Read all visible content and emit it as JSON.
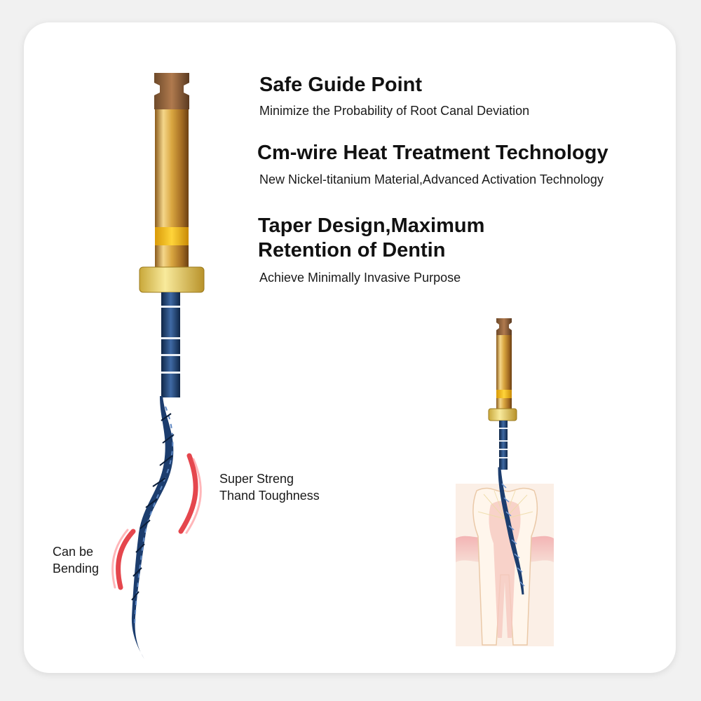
{
  "features": [
    {
      "title": "Safe Guide Point",
      "subtitle": "Minimize the Probability of Root Canal Deviation"
    },
    {
      "title": "Cm-wire Heat Treatment Technology",
      "subtitle": "New Nickel-titanium Material,Advanced Activation Technology"
    },
    {
      "title_line1": "Taper Design,Maximum",
      "title_line2": "Retention of Dentin",
      "subtitle": "Achieve Minimally Invasive Purpose"
    }
  ],
  "callouts": {
    "strength_line1": "Super Streng",
    "strength_line2": "Thand Toughness",
    "bend_line1": "Can be",
    "bend_line2": "Bending"
  },
  "colors": {
    "gold": "#d9a640",
    "gold_dark": "#8a5a1c",
    "yellow_band": "#f5c21a",
    "blade_blue": "#1c3d6e",
    "accent_red": "#e0262e",
    "gum_pink": "#eba0a0",
    "dentin": "#f7e7d6"
  }
}
